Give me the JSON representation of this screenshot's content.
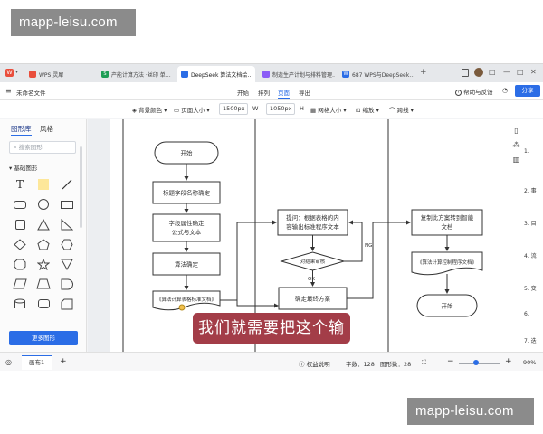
{
  "watermark": {
    "top": "mapp-leisu.com",
    "bottom": "mapp-leisu.com"
  },
  "browser_tabs": [
    {
      "label": "WPS 灵犀",
      "color": "#e94e3c",
      "active": false
    },
    {
      "label": "产能计算方法 ·丝印 单…",
      "color": "#1f9d55",
      "active": false
    },
    {
      "label": "DeepSeek 算法文档绘…",
      "color": "#2b6de6",
      "active": true
    },
    {
      "label": "制造生产计划与排料管理…",
      "color": "#8b5cf6",
      "active": false
    },
    {
      "label": "687 WPS与DeepSeek…",
      "color": "#2b6de6",
      "active": false
    }
  ],
  "window_controls": [
    "□",
    "—",
    "□",
    "✕"
  ],
  "menubar": {
    "filename": "未命名文件",
    "items": [
      "开始",
      "排列",
      "页面",
      "导出"
    ],
    "active_item": "页面",
    "help": "帮助与反馈",
    "share": "分享"
  },
  "toolbar": {
    "bg_color": "背景颜色",
    "page_size": "页面大小",
    "width_value": "1500px",
    "width_label": "W",
    "height_value": "1050px",
    "height_label": "H",
    "grid_size": "网格大小",
    "zoom": "缩放",
    "jump_line": "跨线"
  },
  "left_panel": {
    "tabs": [
      "图形库",
      "风格"
    ],
    "search_placeholder": "搜索图形",
    "group_title": "基础图形",
    "more_button": "更多图形"
  },
  "flowchart": {
    "col1": {
      "start": "开始",
      "step1": "标题字段名称确定",
      "step2_line1": "字段属性确定",
      "step2_line2": "公式与文本",
      "step3": "算法确定",
      "doc": "《算法计算表格标准文档》"
    },
    "col2": {
      "prompt_line1": "提问：根据表格的内",
      "prompt_line2": "容输出标准程序文本",
      "decision": "对结果审核",
      "no_label": "NG",
      "ok_label": "OK",
      "final": "确定最终方案"
    },
    "col3": {
      "copy_line1": "复制此方案转到智能",
      "copy_line2": "文档",
      "doc": "《算法计算控制程序文档》",
      "end": "开始"
    }
  },
  "right_numbers": [
    "1.",
    "2. 事",
    "3. 目",
    "4. 流",
    "5. 变",
    "6.",
    "7. 迭"
  ],
  "statusbar": {
    "page_tab": "画布1",
    "add_page": "+",
    "rights": "权益说明",
    "char_count_label": "字数：",
    "char_count": "128",
    "shape_count_label": "图形数：",
    "shape_count": "28",
    "zoom_percent": "90%"
  },
  "subtitle": "我们就需要把这个输"
}
